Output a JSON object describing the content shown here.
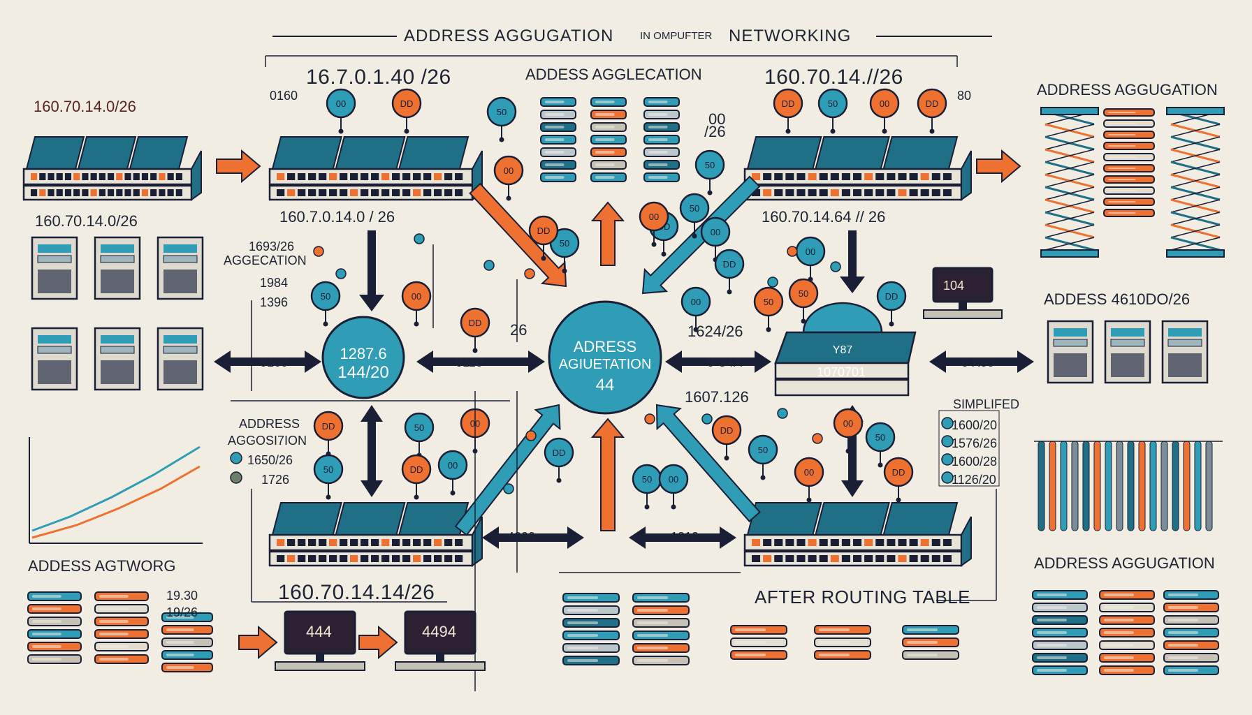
{
  "title": {
    "left": "ADDRESS AGGUGATION",
    "small": "IN OMPUFTER",
    "right": "NETWORKING"
  },
  "colors": {
    "background": "#f1ede2",
    "teal": "#2e9db5",
    "teal_dark": "#1f6f86",
    "orange": "#ef7131",
    "navy": "#1b1f36"
  },
  "labels": {
    "top_left_subnet": "16.7.0.1.40 /26",
    "top_center_heading": "ADDESS AGGLECATION",
    "top_right_subnet": "160.70.14.//26",
    "far_left_subnet": "160.70.14.0/26",
    "left_router_subnet": "160.7.0.14.0 / 26",
    "right_router_subnet": "160.70.14.64 // 26",
    "aggregation_label": "AGGECATION",
    "aggregation_small": "1693/26",
    "mid_list_1": "1984",
    "mid_list_2": "1396",
    "left_arrow_label": "0160",
    "mid_arrow_label": "0110",
    "right_arrow_label": "0 C4A",
    "far_right_arrow_label": "0 X00",
    "node_small_26": "26",
    "node_1624": "1624/26",
    "node_1607": "1607.126",
    "top_right_small_26": "/26",
    "top_right_small_00": "00",
    "right_heading": "ADDRESS AGGUGATION",
    "right_subnet_heading": "ADDESS 4610DO/26",
    "right_bottom_heading": "ADDRESS AGGUGATION",
    "bottom_left_heading": "ADDESS AGTWORG",
    "bottom_router_subnet": "160.70.14.14/26",
    "after_routing_table": "AFTER ROUTING TABLE",
    "bottom_left_small_1": "19.30",
    "bottom_left_small_2": "19/26",
    "bottom_arrow_left": "4000",
    "bottom_arrow_right": "1810",
    "left_address_label": "ADDRESS",
    "left_agg_label": "AGGOSI7ION",
    "left_list_1": "1650/26",
    "left_list_2": "1726",
    "simplified_label": "SIMPLIFED",
    "simplified_1": "1600/20",
    "simplified_2": "1576/26",
    "simplified_3": "1600/28",
    "simplified_4": "1126/20",
    "top_left_tag": "0160",
    "top_right_tag": "80"
  },
  "hubs": {
    "left": {
      "line1": "1287.6",
      "line2": "144/20"
    },
    "center": {
      "line1": "ADRESS",
      "line2": "AGIUETATION",
      "line3": "44"
    },
    "right_router": {
      "line1": "Y87",
      "line2": "1070701"
    }
  },
  "monitors": {
    "left": "444",
    "right": "4494",
    "top_right": "104"
  },
  "node_glyphs": {
    "a": "00",
    "b": "DD",
    "c": "50"
  }
}
